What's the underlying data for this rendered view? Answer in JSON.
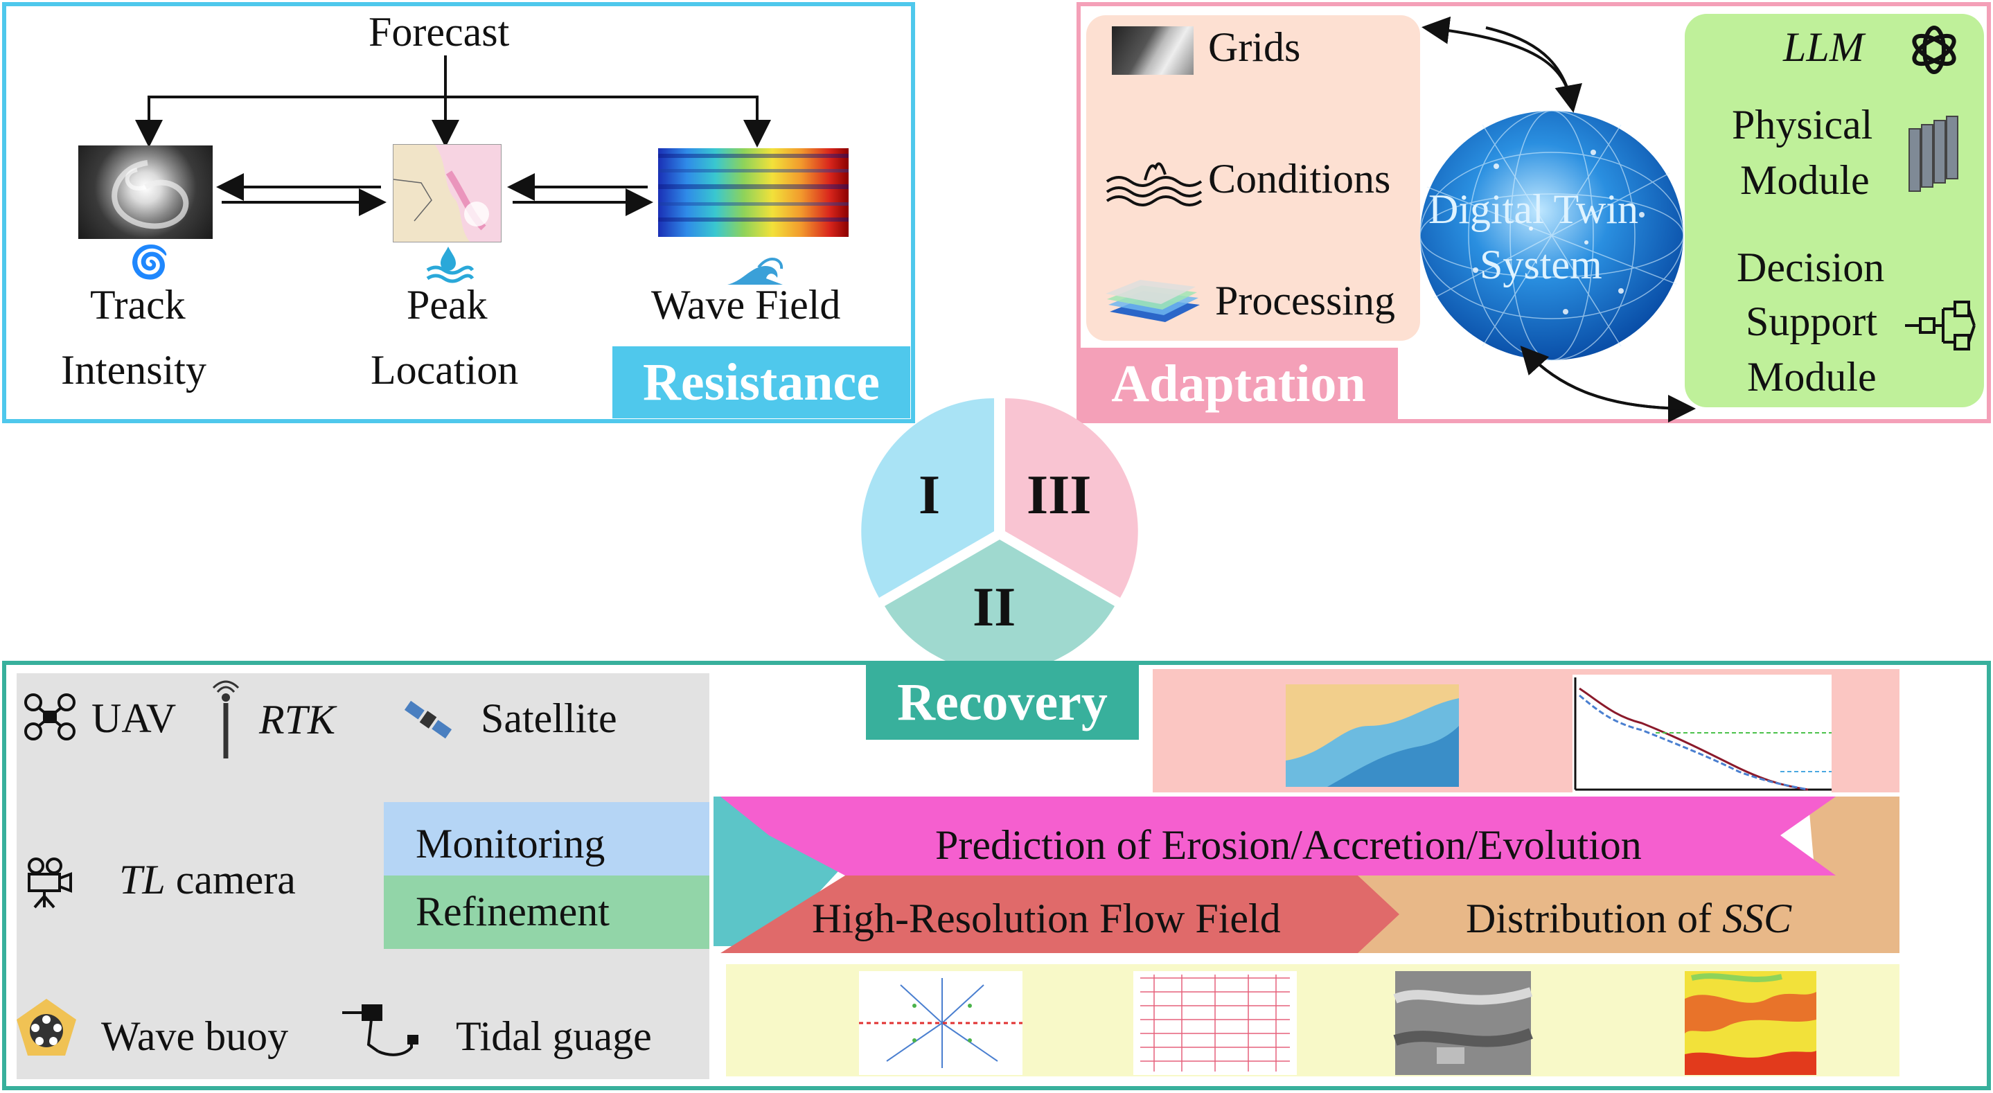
{
  "resistance": {
    "tag": "Resistance",
    "forecast": "Forecast",
    "items": [
      {
        "line1": "Track",
        "line2": "Intensity"
      },
      {
        "line1": "Peak",
        "line2": "Location"
      },
      {
        "line1": "Wave Field"
      }
    ]
  },
  "adaptation": {
    "tag": "Adaptation",
    "inputs": [
      "Grids",
      "Conditions",
      "Processing"
    ],
    "globe": {
      "line1": "Digital Twin",
      "line2": "System"
    },
    "modules": {
      "llm": "LLM",
      "physical": {
        "line1": "Physical",
        "line2": "Module"
      },
      "decision": {
        "line1": "Decision",
        "line2": "Support",
        "line3": "Module"
      }
    }
  },
  "center": {
    "segments": [
      "I",
      "II",
      "III"
    ],
    "colors": {
      "I": "#a9e3f5",
      "II": "#9fd9cf",
      "III": "#f9c4d2"
    }
  },
  "recovery": {
    "tag": "Recovery",
    "instruments": {
      "uav": "UAV",
      "rtk": "RTK",
      "satellite": "Satellite",
      "tl_camera_italic": "TL",
      "tl_camera_rest": " camera",
      "wave_buoy": "Wave buoy",
      "tidal": "Tidal guage"
    },
    "bands": {
      "monitoring": "Monitoring",
      "refinement": "Refinement"
    },
    "prediction": "Prediction of Erosion/Accretion/Evolution",
    "flow": "High-Resolution Flow Field",
    "ssc_prefix": "Distribution of ",
    "ssc_italic": "SSC"
  },
  "colors": {
    "resistance": "#4fc8ec",
    "adaptation": "#f4a0b8",
    "recovery": "#38b09c",
    "prediction": "#f55fcf",
    "flow": "#e06a6a",
    "ssc": "#e8b888",
    "monitoring": "#b5d5f5",
    "refinement": "#92d5a8",
    "module_green": "#bff09a"
  }
}
